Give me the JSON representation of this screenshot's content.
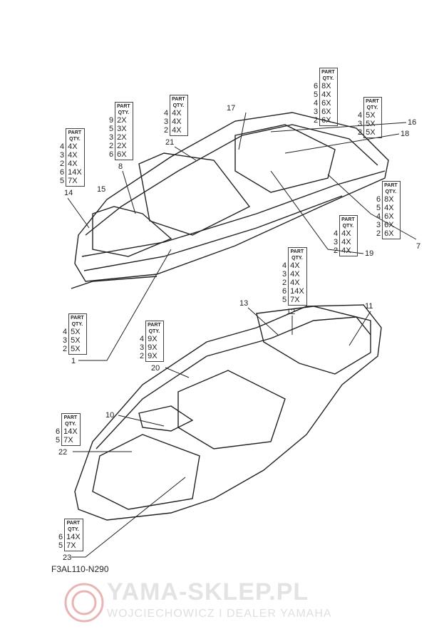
{
  "diagram_code": "F3AL110-N290",
  "watermark": {
    "title": "YAMA-SKLEP.PL",
    "subtitle": "WOJCIECHOWICZ I DEALER YAMAHA"
  },
  "table_header": [
    "PART",
    "QTY."
  ],
  "tables": [
    {
      "callout": "14",
      "rows": [
        [
          "4",
          "4X"
        ],
        [
          "3",
          "4X"
        ],
        [
          "2",
          "4X"
        ],
        [
          "6",
          "14X"
        ],
        [
          "5",
          "7X"
        ]
      ]
    },
    {
      "callout": "8",
      "rows": [
        [
          "9",
          "2X"
        ],
        [
          "5",
          "3X"
        ],
        [
          "3",
          "2X"
        ],
        [
          "2",
          "2X"
        ],
        [
          "6",
          "6X"
        ]
      ]
    },
    {
      "callout": "21",
      "rows": [
        [
          "4",
          "4X"
        ],
        [
          "3",
          "4X"
        ],
        [
          "2",
          "4X"
        ]
      ]
    },
    {
      "callout": "16",
      "rows": [
        [
          "6",
          "8X"
        ],
        [
          "5",
          "4X"
        ],
        [
          "4",
          "6X"
        ],
        [
          "3",
          "6X"
        ],
        [
          "2",
          "6X"
        ]
      ]
    },
    {
      "callout": "18",
      "rows": [
        [
          "4",
          "5X"
        ],
        [
          "3",
          "5X"
        ],
        [
          "2",
          "5X"
        ]
      ]
    },
    {
      "callout": "7",
      "rows": [
        [
          "6",
          "8X"
        ],
        [
          "5",
          "4X"
        ],
        [
          "4",
          "6X"
        ],
        [
          "3",
          "6X"
        ],
        [
          "2",
          "6X"
        ]
      ]
    },
    {
      "callout": "19",
      "rows": [
        [
          "4",
          "4X"
        ],
        [
          "3",
          "4X"
        ],
        [
          "2",
          "4X"
        ]
      ]
    },
    {
      "callout": "12",
      "rows": [
        [
          "4",
          "4X"
        ],
        [
          "3",
          "4X"
        ],
        [
          "2",
          "4X"
        ],
        [
          "6",
          "14X"
        ],
        [
          "5",
          "7X"
        ]
      ]
    },
    {
      "callout": "1",
      "rows": [
        [
          "4",
          "5X"
        ],
        [
          "3",
          "5X"
        ],
        [
          "2",
          "5X"
        ]
      ]
    },
    {
      "callout": "20",
      "rows": [
        [
          "4",
          "9X"
        ],
        [
          "3",
          "9X"
        ],
        [
          "2",
          "9X"
        ]
      ]
    },
    {
      "callout": "22",
      "rows": [
        [
          "6",
          "14X"
        ],
        [
          "5",
          "7X"
        ]
      ]
    },
    {
      "callout": "23",
      "rows": [
        [
          "6",
          "14X"
        ],
        [
          "5",
          "7X"
        ]
      ]
    }
  ],
  "callouts": {
    "c15": "15",
    "c17": "17",
    "c13": "13",
    "c11": "11",
    "c10": "10"
  }
}
